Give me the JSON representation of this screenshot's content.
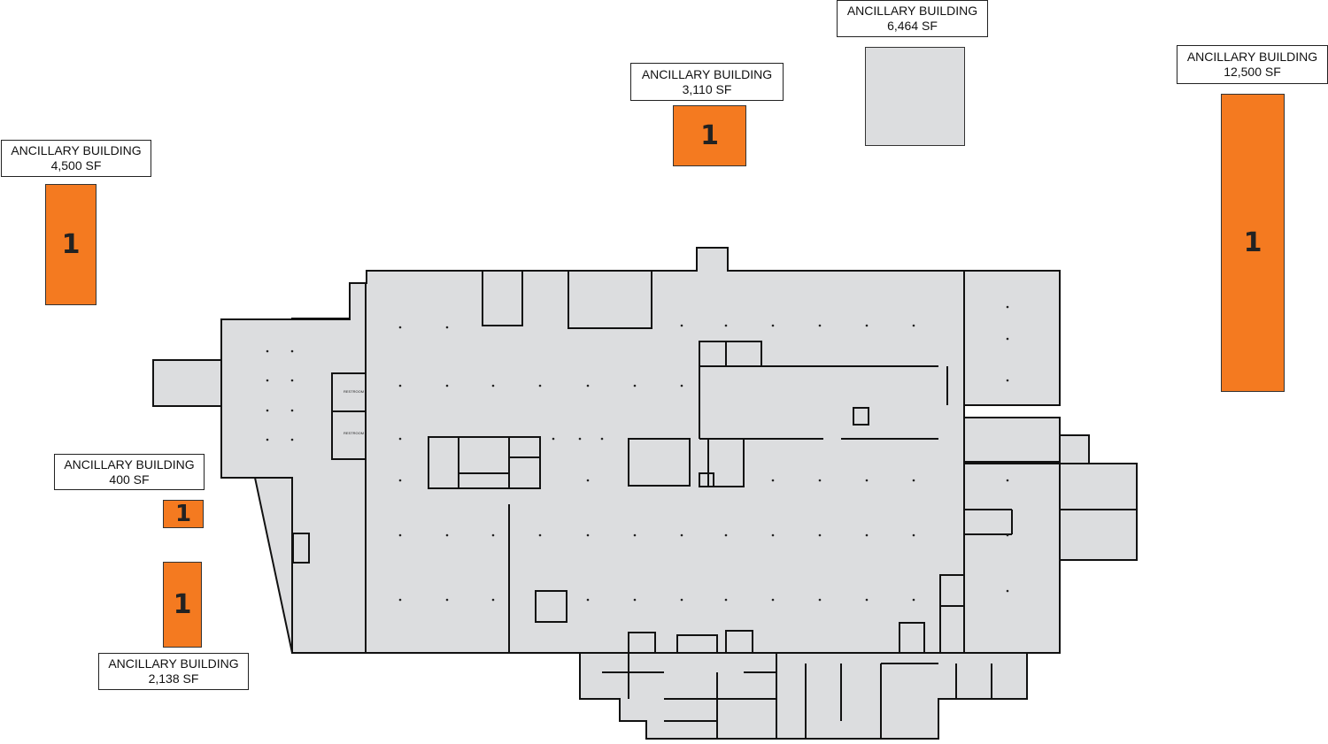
{
  "ancillary_buildings": [
    {
      "id": "a",
      "title": "ANCILLARY BUILDING",
      "area": "4,500 SF",
      "number": "1",
      "highlighted": true
    },
    {
      "id": "b",
      "title": "ANCILLARY BUILDING",
      "area": "3,110 SF",
      "number": "1",
      "highlighted": true
    },
    {
      "id": "c",
      "title": "ANCILLARY BUILDING",
      "area": "6,464 SF",
      "number": "",
      "highlighted": false
    },
    {
      "id": "d",
      "title": "ANCILLARY BUILDING",
      "area": "12,500 SF",
      "number": "1",
      "highlighted": true
    },
    {
      "id": "e",
      "title": "ANCILLARY BUILDING",
      "area": "400 SF",
      "number": "1",
      "highlighted": true
    },
    {
      "id": "f",
      "title": "ANCILLARY BUILDING",
      "area": "2,138 SF",
      "number": "1",
      "highlighted": true
    }
  ],
  "main_building": {
    "room_labels": [
      "RESTROOM",
      "RESTROOM"
    ]
  },
  "colors": {
    "highlight": "#f47a20",
    "building_fill": "#dcdddf",
    "wall": "#111111"
  }
}
